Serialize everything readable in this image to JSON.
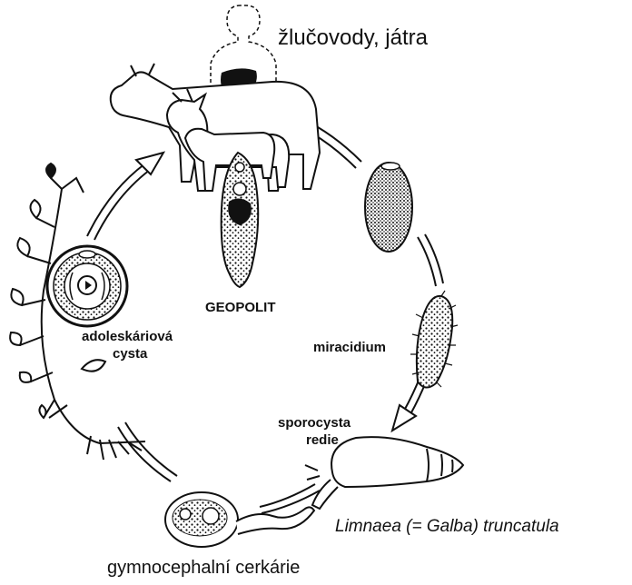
{
  "labels": {
    "host_organs": "žlučovody, játra",
    "adult": "GEOPOLIT",
    "cyst_line1": "adoleskáriová",
    "cyst_line2": "cysta",
    "miracidium": "miracidium",
    "snail_stage_line1": "sporocysta",
    "snail_stage_line2": "redie",
    "snail_species": "Limnaea (= Galba) truncatula",
    "cercaria": "gymnocephalní cerkárie"
  },
  "icons": [
    "human-silhouette-icon",
    "liver-icon",
    "cow-icon",
    "goat-icon",
    "sheep-icon",
    "adult-fluke-icon",
    "egg-icon",
    "miracidium-icon",
    "snail-icon",
    "cercaria-icon",
    "plant-icon",
    "cyst-icon"
  ]
}
